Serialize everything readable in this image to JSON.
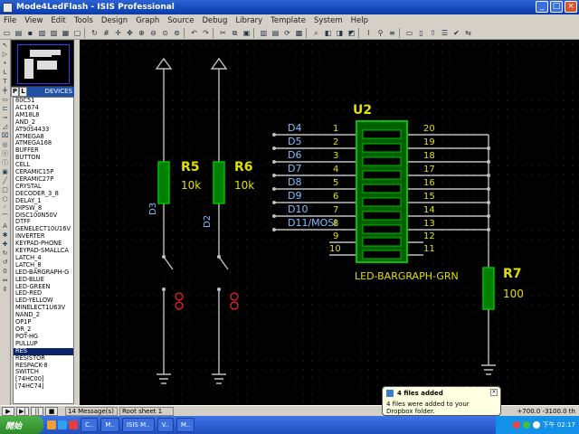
{
  "window": {
    "title": "Mode4LedFlash - ISIS Professional",
    "controls": [
      "_",
      "□",
      "×"
    ]
  },
  "menu": [
    "File",
    "View",
    "Edit",
    "Tools",
    "Design",
    "Graph",
    "Source",
    "Debug",
    "Library",
    "Template",
    "System",
    "Help"
  ],
  "sidebar": {
    "picker_mode": "P",
    "picker_lib": "L",
    "devices_label": "DEVICES",
    "devices": [
      "80C51",
      "AC1674",
      "AM18L8",
      "AND_2",
      "AT90S4433",
      "ATMEGA8",
      "ATMEGA168",
      "BUFFER",
      "BUTTON",
      "CELL",
      "CERAMIC15P",
      "CERAMIC27P",
      "CRYSTAL",
      "DECODER_3_8",
      "DELAY_1",
      "DIPSW_8",
      "DISC100N50V",
      "DTFF",
      "GENELECT10U16V",
      "INVERTER",
      "KEYPAD-PHONE",
      "KEYPAD-SMALLCA",
      "LATCH_4",
      "LATCH_8",
      "LED-BARGRAPH-G",
      "LED-BLUE",
      "LED-GREEN",
      "LED-RED",
      "LED-YELLOW",
      "MINELECT1U63V",
      "NAND_2",
      "OP1P",
      "OR_2",
      "POT-HG",
      "PULLUP",
      "RES",
      "RESISTOR",
      "RESPACK-8",
      "SWITCH",
      "[74HC00]",
      "[74HC74]"
    ],
    "selected": "RES"
  },
  "schematic": {
    "r5": {
      "name": "R5",
      "value": "10k"
    },
    "r6": {
      "name": "R6",
      "value": "10k"
    },
    "r7": {
      "name": "R7",
      "value": "100"
    },
    "d3": "D3",
    "d2": "D2",
    "u2": {
      "name": "U2",
      "part": "LED-BARGRAPH-GRN"
    },
    "nets": [
      "D4",
      "D5",
      "D6",
      "D7",
      "D8",
      "D9",
      "D10",
      "D11/MOSI"
    ],
    "pins_left": [
      "1",
      "2",
      "3",
      "4",
      "5",
      "6",
      "7",
      "8",
      "9",
      "10"
    ],
    "pins_right": [
      "20",
      "19",
      "18",
      "17",
      "16",
      "15",
      "14",
      "13",
      "12",
      "11"
    ],
    "colors": {
      "wire": "#c0c0c0",
      "component": "#00c000",
      "label": "#e0e000",
      "net": "#80c0ff",
      "pin": "#e0e000",
      "probe": "#ff2020"
    }
  },
  "status": {
    "sim_buttons": [
      "▶",
      "▶|",
      "||",
      "■"
    ],
    "messages": "14 Message(s)",
    "sheet": "Root sheet 1",
    "coords": "+700.0 -3100.0 th"
  },
  "taskbar": {
    "start": "開始",
    "buttons": [
      "C..",
      "M..",
      "ISIS M..",
      "V..",
      "M.."
    ],
    "clock": "下午 02:17"
  },
  "balloon": {
    "title": "4 files added",
    "message": "4 files were added to your Dropbox folder."
  }
}
